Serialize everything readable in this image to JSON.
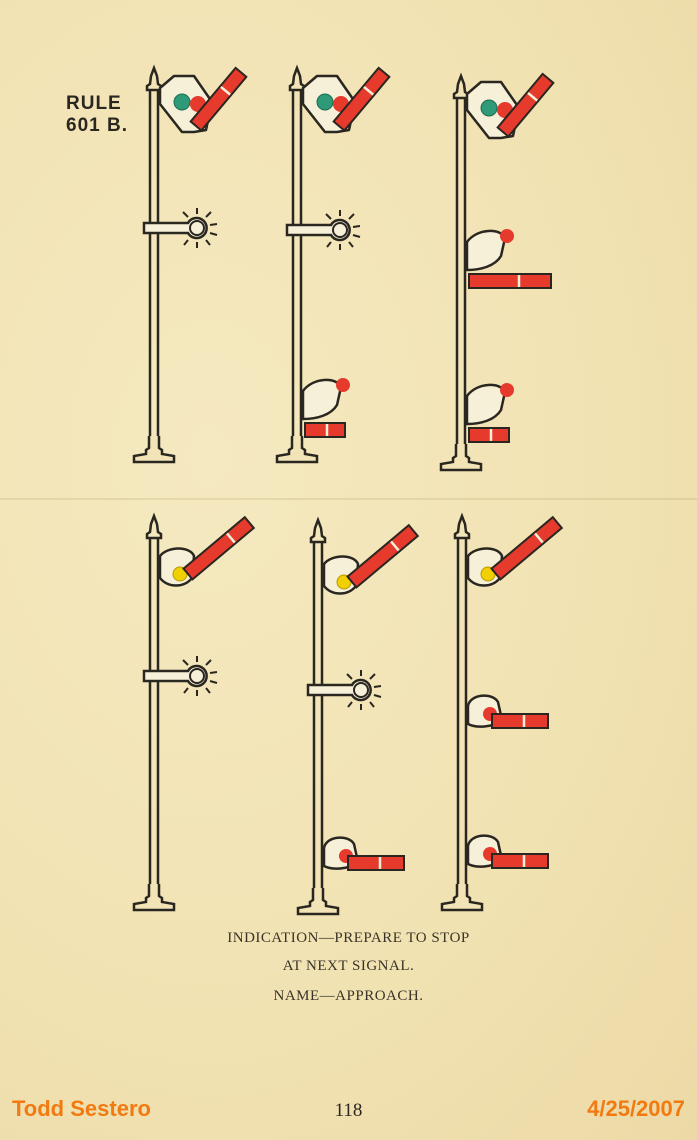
{
  "rule_label": {
    "line1": "RULE",
    "line2": "601 B."
  },
  "caption": {
    "indication_line1": "INDICATION—PREPARE TO STOP",
    "indication_line2": "AT NEXT SIGNAL.",
    "name": "NAME—APPROACH."
  },
  "page_number": "118",
  "footer": {
    "author": "Todd Sestero",
    "date": "4/25/2007"
  },
  "colors": {
    "paper": "#f2e4b6",
    "red": "#e63a2c",
    "green": "#2e9a78",
    "yellow": "#f0d000",
    "ink": "#2a2620",
    "footer": "#f27a10"
  },
  "signals": [
    {
      "row": 1,
      "col": 1,
      "top_light": "green",
      "top_arm": "diagonal-up",
      "middle": "marker-lamp",
      "bottom": "none"
    },
    {
      "row": 1,
      "col": 2,
      "top_light": "green",
      "top_arm": "diagonal-up",
      "middle": "marker-lamp",
      "bottom": "red-horizontal-arm"
    },
    {
      "row": 1,
      "col": 3,
      "top_light": "green",
      "top_arm": "diagonal-up",
      "middle": "red-horizontal-arm",
      "bottom": "red-horizontal-arm"
    },
    {
      "row": 2,
      "col": 1,
      "top_light": "yellow",
      "top_arm": "diagonal-up",
      "middle": "marker-lamp",
      "bottom": "none"
    },
    {
      "row": 2,
      "col": 2,
      "top_light": "yellow",
      "top_arm": "diagonal-up",
      "middle": "marker-lamp",
      "bottom": "red-horizontal-arm"
    },
    {
      "row": 2,
      "col": 3,
      "top_light": "yellow",
      "top_arm": "diagonal-up",
      "middle": "red-horizontal-arm",
      "bottom": "red-horizontal-arm"
    }
  ]
}
